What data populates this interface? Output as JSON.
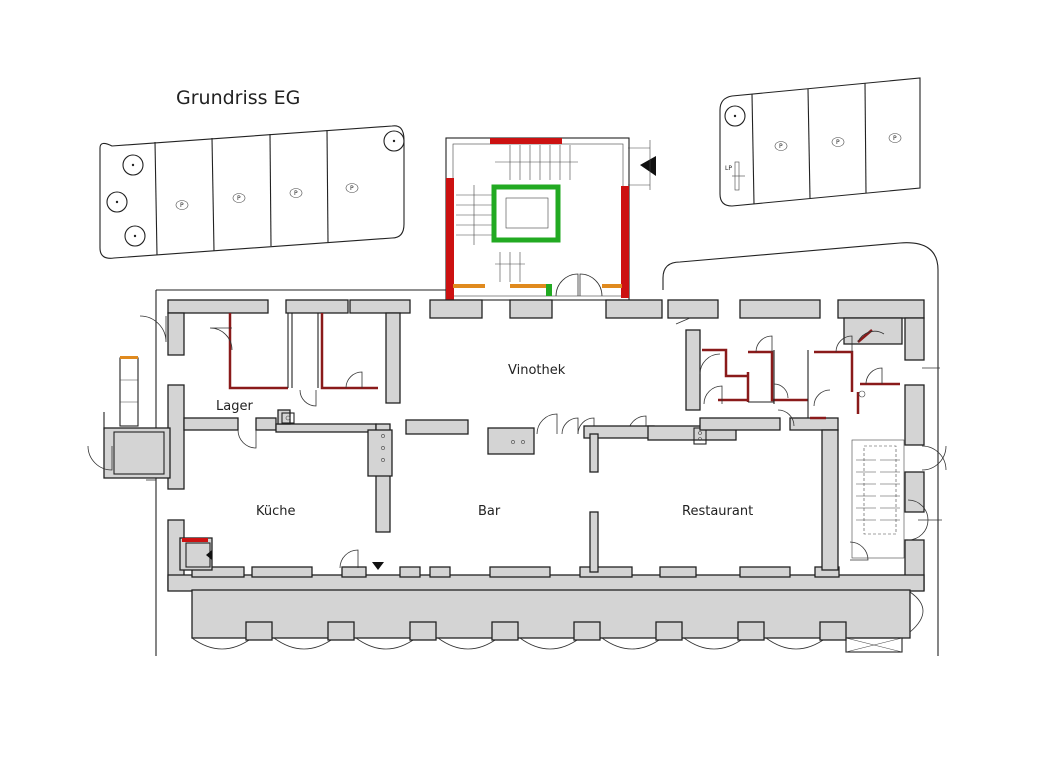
{
  "title": "Grundriss  EG",
  "rooms": {
    "lager": "Lager",
    "kueche": "Küche",
    "bar": "Bar",
    "vinothek": "Vinothek",
    "restaurant": "Restaurant"
  },
  "symbols": {
    "parking": "P",
    "lp": "LP"
  },
  "colors": {
    "wall_fill": "#d4d4d4",
    "line": "#222222",
    "red_marking": "#cc1111",
    "green_marking": "#22aa22",
    "orange_marking": "#e08a1e",
    "dark_red_marking": "#8a1a1a"
  }
}
